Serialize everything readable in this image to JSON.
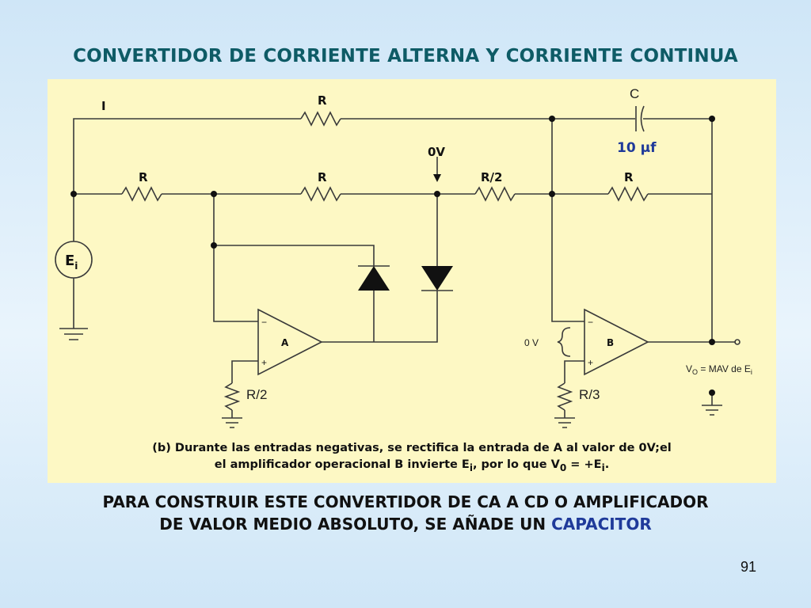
{
  "slide": {
    "title": "CONVERTIDOR DE CORRIENTE ALTERNA Y CORRIENTE CONTINUA",
    "page_number": "91"
  },
  "circuit": {
    "label_current": "I",
    "label_r_top": "R",
    "label_r_left": "R",
    "label_r_mid": "R",
    "label_r_half": "R/2",
    "label_r_fb": "R",
    "label_capacitor": "C",
    "capacitor_value": "10 µf",
    "label_zero_node": "0V",
    "source_label": "E",
    "source_sub": "i",
    "opamp_a_label": "A",
    "opamp_b_label": "B",
    "opamp_minus": "−",
    "opamp_plus": "+",
    "label_r_a_gnd": "R/2",
    "label_r_b_gnd": "R/3",
    "label_zero_b": "0 V",
    "vo_prefix": "V",
    "vo_sub": "O",
    "vo_mid": " = MAV de E",
    "vo_sub2": "i"
  },
  "caption": {
    "line1": "(b) Durante las entradas negativas, se rectifica la entrada de A al valor de 0V;el",
    "line2_a": "el amplificador operacional B invierte E",
    "line2_sub1": "i",
    "line2_b": ", por lo que V",
    "line2_sub2": "0",
    "line2_c": " = +E",
    "line2_sub3": "i",
    "line2_d": "."
  },
  "footer": {
    "line1": "PARA CONSTRUIR ESTE CONVERTIDOR DE CA A CD O AMPLIFICADOR",
    "line2_a": "DE VALOR MEDIO ABSOLUTO, SE AÑADE UN ",
    "line2_accent": "CAPACITOR"
  },
  "colors": {
    "title": "#0e5b66",
    "panel": "#fdf8c4",
    "accent": "#1f3a9a"
  }
}
